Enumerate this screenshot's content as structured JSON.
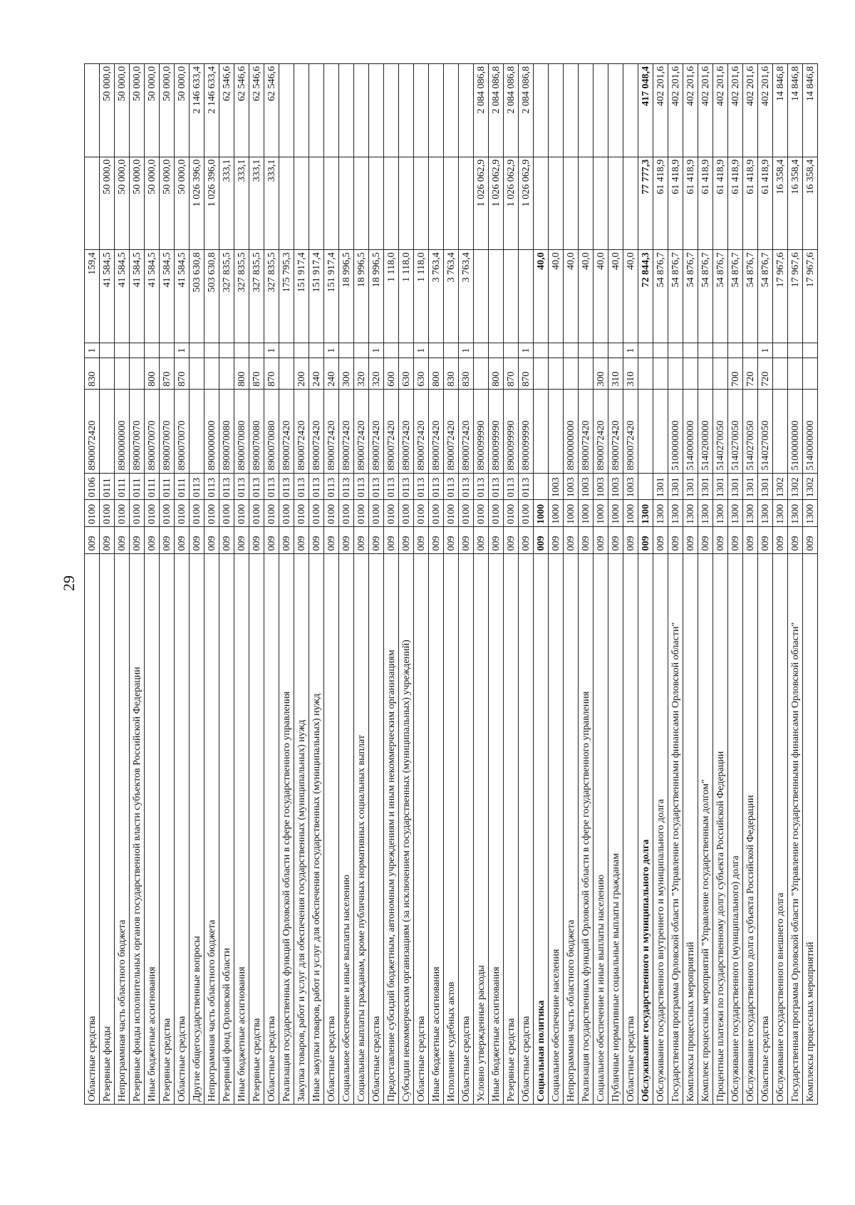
{
  "page": {
    "number": "29"
  },
  "table": {
    "rows": [
      {
        "name": "Областные средства",
        "gr": "009",
        "rz": "0100",
        "pr": "0106",
        "csr": "8900072420",
        "vr": "830",
        "flag": "1",
        "v1": "159,4",
        "v2": "",
        "v3": "",
        "bold": false
      },
      {
        "name": "Резервные фонды",
        "gr": "009",
        "rz": "0100",
        "pr": "0111",
        "csr": "",
        "vr": "",
        "flag": "",
        "v1": "41 584,5",
        "v2": "50 000,0",
        "v3": "50 000,0",
        "bold": false
      },
      {
        "name": "Непрограммная часть областного бюджета",
        "gr": "009",
        "rz": "0100",
        "pr": "0111",
        "csr": "8900000000",
        "vr": "",
        "flag": "",
        "v1": "41 584,5",
        "v2": "50 000,0",
        "v3": "50 000,0",
        "bold": false
      },
      {
        "name": "Резервные фонды исполнительных органов государственной власти субъектов Российской Федерации",
        "gr": "009",
        "rz": "0100",
        "pr": "0111",
        "csr": "8900070070",
        "vr": "",
        "flag": "",
        "v1": "41 584,5",
        "v2": "50 000,0",
        "v3": "50 000,0",
        "bold": false
      },
      {
        "name": "Иные бюджетные ассигнования",
        "gr": "009",
        "rz": "0100",
        "pr": "0111",
        "csr": "8900070070",
        "vr": "800",
        "flag": "",
        "v1": "41 584,5",
        "v2": "50 000,0",
        "v3": "50 000,0",
        "bold": false
      },
      {
        "name": "Резервные средства",
        "gr": "009",
        "rz": "0100",
        "pr": "0111",
        "csr": "8900070070",
        "vr": "870",
        "flag": "",
        "v1": "41 584,5",
        "v2": "50 000,0",
        "v3": "50 000,0",
        "bold": false
      },
      {
        "name": "Областные средства",
        "gr": "009",
        "rz": "0100",
        "pr": "0111",
        "csr": "8900070070",
        "vr": "870",
        "flag": "1",
        "v1": "41 584,5",
        "v2": "50 000,0",
        "v3": "50 000,0",
        "bold": false
      },
      {
        "name": "Другие общегосударственные вопросы",
        "gr": "009",
        "rz": "0100",
        "pr": "0113",
        "csr": "",
        "vr": "",
        "flag": "",
        "v1": "503 630,8",
        "v2": "1 026 396,0",
        "v3": "2 146 633,4",
        "bold": false
      },
      {
        "name": "Непрограммная часть областного бюджета",
        "gr": "009",
        "rz": "0100",
        "pr": "0113",
        "csr": "8900000000",
        "vr": "",
        "flag": "",
        "v1": "503 630,8",
        "v2": "1 026 396,0",
        "v3": "2 146 633,4",
        "bold": false
      },
      {
        "name": "Резервный фонд Орловской области",
        "gr": "009",
        "rz": "0100",
        "pr": "0113",
        "csr": "8900070080",
        "vr": "",
        "flag": "",
        "v1": "327 835,5",
        "v2": "333,1",
        "v3": "62 546,6",
        "bold": false
      },
      {
        "name": "Иные бюджетные ассигнования",
        "gr": "009",
        "rz": "0100",
        "pr": "0113",
        "csr": "8900070080",
        "vr": "800",
        "flag": "",
        "v1": "327 835,5",
        "v2": "333,1",
        "v3": "62 546,6",
        "bold": false
      },
      {
        "name": "Резервные средства",
        "gr": "009",
        "rz": "0100",
        "pr": "0113",
        "csr": "8900070080",
        "vr": "870",
        "flag": "",
        "v1": "327 835,5",
        "v2": "333,1",
        "v3": "62 546,6",
        "bold": false
      },
      {
        "name": "Областные средства",
        "gr": "009",
        "rz": "0100",
        "pr": "0113",
        "csr": "8900070080",
        "vr": "870",
        "flag": "1",
        "v1": "327 835,5",
        "v2": "333,1",
        "v3": "62 546,6",
        "bold": false
      },
      {
        "name": "Реализация государственных функций Орловской области в сфере государственного управления",
        "gr": "009",
        "rz": "0100",
        "pr": "0113",
        "csr": "8900072420",
        "vr": "",
        "flag": "",
        "v1": "175 795,3",
        "v2": "",
        "v3": "",
        "bold": false
      },
      {
        "name": "Закупка товаров, работ и услуг для обеспечения государственных (муниципальных) нужд",
        "gr": "009",
        "rz": "0100",
        "pr": "0113",
        "csr": "8900072420",
        "vr": "200",
        "flag": "",
        "v1": "151 917,4",
        "v2": "",
        "v3": "",
        "bold": false
      },
      {
        "name": "Иные закупки товаров, работ и услуг для обеспечения государственных (муниципальных) нужд",
        "gr": "009",
        "rz": "0100",
        "pr": "0113",
        "csr": "8900072420",
        "vr": "240",
        "flag": "",
        "v1": "151 917,4",
        "v2": "",
        "v3": "",
        "bold": false
      },
      {
        "name": "Областные средства",
        "gr": "009",
        "rz": "0100",
        "pr": "0113",
        "csr": "8900072420",
        "vr": "240",
        "flag": "1",
        "v1": "151 917,4",
        "v2": "",
        "v3": "",
        "bold": false
      },
      {
        "name": "Социальное обеспечение и иные выплаты населению",
        "gr": "009",
        "rz": "0100",
        "pr": "0113",
        "csr": "8900072420",
        "vr": "300",
        "flag": "",
        "v1": "18 996,5",
        "v2": "",
        "v3": "",
        "bold": false
      },
      {
        "name": "Социальные выплаты гражданам, кроме публичных нормативных социальных выплат",
        "gr": "009",
        "rz": "0100",
        "pr": "0113",
        "csr": "8900072420",
        "vr": "320",
        "flag": "",
        "v1": "18 996,5",
        "v2": "",
        "v3": "",
        "bold": false
      },
      {
        "name": "Областные средства",
        "gr": "009",
        "rz": "0100",
        "pr": "0113",
        "csr": "8900072420",
        "vr": "320",
        "flag": "1",
        "v1": "18 996,5",
        "v2": "",
        "v3": "",
        "bold": false
      },
      {
        "name": "Предоставление субсидий бюджетным, автономным учреждениям и иным некоммерческим организациям",
        "gr": "009",
        "rz": "0100",
        "pr": "0113",
        "csr": "8900072420",
        "vr": "600",
        "flag": "",
        "v1": "1 118,0",
        "v2": "",
        "v3": "",
        "bold": false
      },
      {
        "name": "Субсидии некоммерческим организациям (за исключением государственных (муниципальных) учреждений)",
        "gr": "009",
        "rz": "0100",
        "pr": "0113",
        "csr": "8900072420",
        "vr": "630",
        "flag": "",
        "v1": "1 118,0",
        "v2": "",
        "v3": "",
        "bold": false
      },
      {
        "name": "Областные средства",
        "gr": "009",
        "rz": "0100",
        "pr": "0113",
        "csr": "8900072420",
        "vr": "630",
        "flag": "1",
        "v1": "1 118,0",
        "v2": "",
        "v3": "",
        "bold": false
      },
      {
        "name": "Иные бюджетные ассигнования",
        "gr": "009",
        "rz": "0100",
        "pr": "0113",
        "csr": "8900072420",
        "vr": "800",
        "flag": "",
        "v1": "3 763,4",
        "v2": "",
        "v3": "",
        "bold": false
      },
      {
        "name": "Исполнение судебных актов",
        "gr": "009",
        "rz": "0100",
        "pr": "0113",
        "csr": "8900072420",
        "vr": "830",
        "flag": "",
        "v1": "3 763,4",
        "v2": "",
        "v3": "",
        "bold": false
      },
      {
        "name": "Областные средства",
        "gr": "009",
        "rz": "0100",
        "pr": "0113",
        "csr": "8900072420",
        "vr": "830",
        "flag": "1",
        "v1": "3 763,4",
        "v2": "",
        "v3": "",
        "bold": false
      },
      {
        "name": "Условно утвержденные расходы",
        "gr": "009",
        "rz": "0100",
        "pr": "0113",
        "csr": "8900099990",
        "vr": "",
        "flag": "",
        "v1": "",
        "v2": "1 026 062,9",
        "v3": "2 084 086,8",
        "bold": false
      },
      {
        "name": "Иные бюджетные ассигнования",
        "gr": "009",
        "rz": "0100",
        "pr": "0113",
        "csr": "8900099990",
        "vr": "800",
        "flag": "",
        "v1": "",
        "v2": "1 026 062,9",
        "v3": "2 084 086,8",
        "bold": false
      },
      {
        "name": "Резервные средства",
        "gr": "009",
        "rz": "0100",
        "pr": "0113",
        "csr": "8900099990",
        "vr": "870",
        "flag": "",
        "v1": "",
        "v2": "1 026 062,9",
        "v3": "2 084 086,8",
        "bold": false
      },
      {
        "name": "Областные средства",
        "gr": "009",
        "rz": "0100",
        "pr": "0113",
        "csr": "8900099990",
        "vr": "870",
        "flag": "1",
        "v1": "",
        "v2": "1 026 062,9",
        "v3": "2 084 086,8",
        "bold": false
      },
      {
        "name": "Социальная политика",
        "gr": "009",
        "rz": "1000",
        "pr": "",
        "csr": "",
        "vr": "",
        "flag": "",
        "v1": "40,0",
        "v2": "",
        "v3": "",
        "bold": true
      },
      {
        "name": "Социальное обеспечение населения",
        "gr": "009",
        "rz": "1000",
        "pr": "1003",
        "csr": "",
        "vr": "",
        "flag": "",
        "v1": "40,0",
        "v2": "",
        "v3": "",
        "bold": false
      },
      {
        "name": "Непрограммная часть областного бюджета",
        "gr": "009",
        "rz": "1000",
        "pr": "1003",
        "csr": "8900000000",
        "vr": "",
        "flag": "",
        "v1": "40,0",
        "v2": "",
        "v3": "",
        "bold": false
      },
      {
        "name": "Реализация государственных функций Орловской области в сфере государственного управления",
        "gr": "009",
        "rz": "1000",
        "pr": "1003",
        "csr": "8900072420",
        "vr": "",
        "flag": "",
        "v1": "40,0",
        "v2": "",
        "v3": "",
        "bold": false
      },
      {
        "name": "Социальное обеспечение и иные выплаты населению",
        "gr": "009",
        "rz": "1000",
        "pr": "1003",
        "csr": "8900072420",
        "vr": "300",
        "flag": "",
        "v1": "40,0",
        "v2": "",
        "v3": "",
        "bold": false
      },
      {
        "name": "Публичные нормативные социальные выплаты гражданам",
        "gr": "009",
        "rz": "1000",
        "pr": "1003",
        "csr": "8900072420",
        "vr": "310",
        "flag": "",
        "v1": "40,0",
        "v2": "",
        "v3": "",
        "bold": false
      },
      {
        "name": "Областные средства",
        "gr": "009",
        "rz": "1000",
        "pr": "1003",
        "csr": "8900072420",
        "vr": "310",
        "flag": "1",
        "v1": "40,0",
        "v2": "",
        "v3": "",
        "bold": false
      },
      {
        "name": "Обслуживание государственного и муниципального долга",
        "gr": "009",
        "rz": "1300",
        "pr": "",
        "csr": "",
        "vr": "",
        "flag": "",
        "v1": "72 844,3",
        "v2": "77 777,3",
        "v3": "417 048,4",
        "bold": true
      },
      {
        "name": "Обслуживание государственного внутреннего и муниципального долга",
        "gr": "009",
        "rz": "1300",
        "pr": "1301",
        "csr": "",
        "vr": "",
        "flag": "",
        "v1": "54 876,7",
        "v2": "61 418,9",
        "v3": "402 201,6",
        "bold": false
      },
      {
        "name": "Государственная программа Орловской области \"Управление государственными финансами Орловской области\"",
        "gr": "009",
        "rz": "1300",
        "pr": "1301",
        "csr": "5100000000",
        "vr": "",
        "flag": "",
        "v1": "54 876,7",
        "v2": "61 418,9",
        "v3": "402 201,6",
        "bold": false
      },
      {
        "name": "Комплексы процессных мероприятий",
        "gr": "009",
        "rz": "1300",
        "pr": "1301",
        "csr": "5140000000",
        "vr": "",
        "flag": "",
        "v1": "54 876,7",
        "v2": "61 418,9",
        "v3": "402 201,6",
        "bold": false
      },
      {
        "name": "Комплекс процессных мероприятий \"Управление государственным долгом\"",
        "gr": "009",
        "rz": "1300",
        "pr": "1301",
        "csr": "5140200000",
        "vr": "",
        "flag": "",
        "v1": "54 876,7",
        "v2": "61 418,9",
        "v3": "402 201,6",
        "bold": false
      },
      {
        "name": "Процентные платежи по государственному долгу субъекта Российской Федерации",
        "gr": "009",
        "rz": "1300",
        "pr": "1301",
        "csr": "5140270050",
        "vr": "",
        "flag": "",
        "v1": "54 876,7",
        "v2": "61 418,9",
        "v3": "402 201,6",
        "bold": false
      },
      {
        "name": "Обслуживание государственного (муниципального) долга",
        "gr": "009",
        "rz": "1300",
        "pr": "1301",
        "csr": "5140270050",
        "vr": "700",
        "flag": "",
        "v1": "54 876,7",
        "v2": "61 418,9",
        "v3": "402 201,6",
        "bold": false
      },
      {
        "name": "Обслуживание государственного долга субъекта Российской Федерации",
        "gr": "009",
        "rz": "1300",
        "pr": "1301",
        "csr": "5140270050",
        "vr": "720",
        "flag": "",
        "v1": "54 876,7",
        "v2": "61 418,9",
        "v3": "402 201,6",
        "bold": false
      },
      {
        "name": "Областные средства",
        "gr": "009",
        "rz": "1300",
        "pr": "1301",
        "csr": "5140270050",
        "vr": "720",
        "flag": "1",
        "v1": "54 876,7",
        "v2": "61 418,9",
        "v3": "402 201,6",
        "bold": false
      },
      {
        "name": "Обслуживание государственного внешнего долга",
        "gr": "009",
        "rz": "1300",
        "pr": "1302",
        "csr": "",
        "vr": "",
        "flag": "",
        "v1": "17 967,6",
        "v2": "16 358,4",
        "v3": "14 846,8",
        "bold": false
      },
      {
        "name": "Государственная программа Орловской области \"Управление государственными финансами Орловской области\"",
        "gr": "009",
        "rz": "1300",
        "pr": "1302",
        "csr": "5100000000",
        "vr": "",
        "flag": "",
        "v1": "17 967,6",
        "v2": "16 358,4",
        "v3": "14 846,8",
        "bold": false
      },
      {
        "name": "Комплексы процессных мероприятий",
        "gr": "009",
        "rz": "1300",
        "pr": "1302",
        "csr": "5140000000",
        "vr": "",
        "flag": "",
        "v1": "17 967,6",
        "v2": "16 358,4",
        "v3": "14 846,8",
        "bold": false
      }
    ]
  }
}
